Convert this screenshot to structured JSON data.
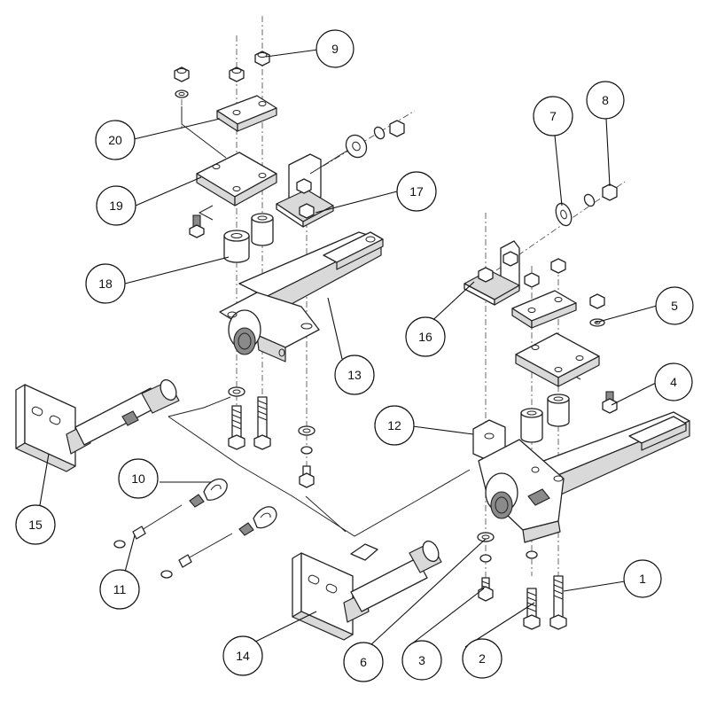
{
  "diagram": {
    "type": "exploded-assembly",
    "balloons": [
      {
        "id": "b1",
        "label": "1"
      },
      {
        "id": "b2",
        "label": "2"
      },
      {
        "id": "b3",
        "label": "3"
      },
      {
        "id": "b4",
        "label": "4"
      },
      {
        "id": "b5",
        "label": "5"
      },
      {
        "id": "b6",
        "label": "6"
      },
      {
        "id": "b7",
        "label": "7"
      },
      {
        "id": "b8",
        "label": "8"
      },
      {
        "id": "b9",
        "label": "9"
      },
      {
        "id": "b10",
        "label": "10"
      },
      {
        "id": "b11",
        "label": "11"
      },
      {
        "id": "b12",
        "label": "12"
      },
      {
        "id": "b13",
        "label": "13"
      },
      {
        "id": "b14",
        "label": "14"
      },
      {
        "id": "b15",
        "label": "15"
      },
      {
        "id": "b16",
        "label": "16"
      },
      {
        "id": "b17",
        "label": "17"
      },
      {
        "id": "b18",
        "label": "18"
      },
      {
        "id": "b19",
        "label": "19"
      },
      {
        "id": "b20",
        "label": "20"
      }
    ]
  }
}
